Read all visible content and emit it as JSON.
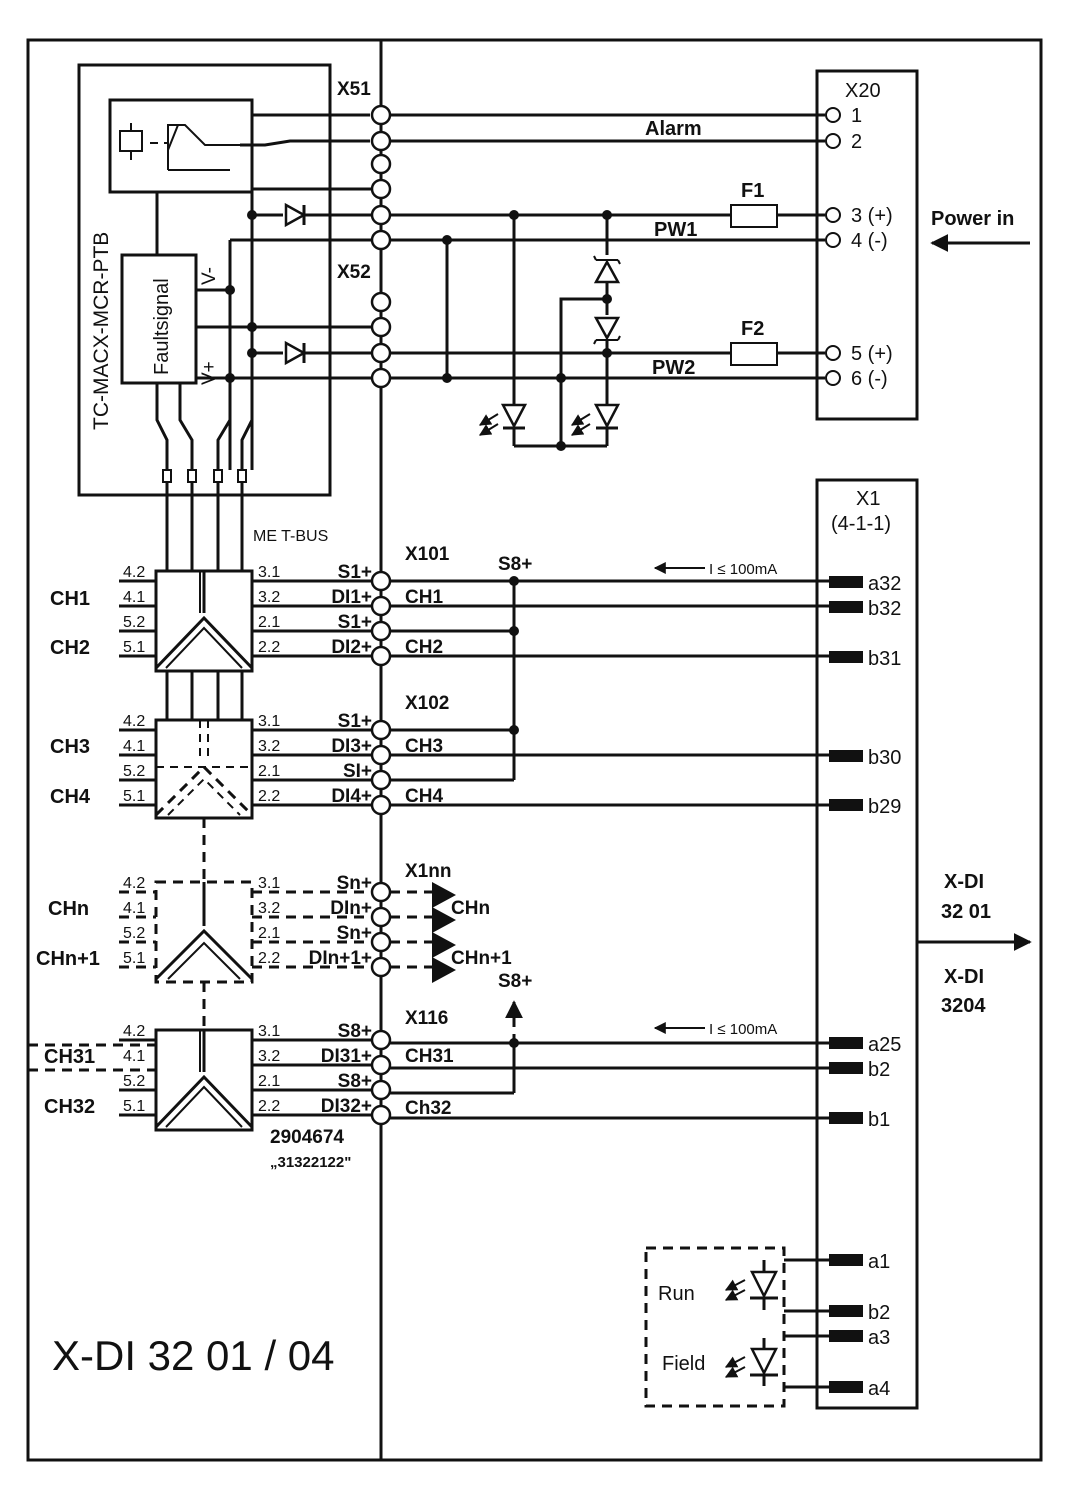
{
  "title": "X-DI 32 01 / 04",
  "relay_module": {
    "name": "TC-MACX-MCR-PTB",
    "faultsignal": "Faultsignal",
    "v_minus": "V-",
    "v_plus": "V+"
  },
  "connectors": {
    "x51": "X51",
    "x52": "X52",
    "x101": "X101",
    "x102": "X102",
    "x1nn": "X1nn",
    "x116": "X116",
    "metbus": "ME T-BUS"
  },
  "x20": {
    "title": "X20",
    "pins": [
      "1",
      "2",
      "3 (+)",
      "4 (-)",
      "5 (+)",
      "6 (-)"
    ],
    "alarm": "Alarm",
    "pw1": "PW1",
    "pw2": "PW2",
    "f1": "F1",
    "f2": "F2",
    "power_in": "Power in"
  },
  "x1": {
    "title": "X1",
    "subtitle": "(4-1-1)",
    "pins": [
      "a32",
      "b32",
      "b31",
      "b30",
      "b29",
      "a25",
      "b2",
      "b1",
      "a1",
      "b2",
      "a3",
      "a4"
    ],
    "current_label": "I ≤ 100mA",
    "s8": "S8+"
  },
  "output": {
    "line1": "X-DI",
    "line2": "32 01",
    "line3": "X-DI",
    "line4": "3204"
  },
  "groups": [
    {
      "chA": "CH1",
      "chB": "CH2",
      "left": [
        "4.2",
        "4.1",
        "5.2",
        "5.1"
      ],
      "right": [
        "3.1",
        "3.2",
        "2.1",
        "2.2"
      ],
      "sig": [
        "S1+",
        "DI1+",
        "S1+",
        "DI2+"
      ],
      "out": [
        "CH1",
        "CH2"
      ]
    },
    {
      "chA": "CH3",
      "chB": "CH4",
      "left": [
        "4.2",
        "4.1",
        "5.2",
        "5.1"
      ],
      "right": [
        "3.1",
        "3.2",
        "2.1",
        "2.2"
      ],
      "sig": [
        "S1+",
        "DI3+",
        "SI+",
        "DI4+"
      ],
      "out": [
        "CH3",
        "CH4"
      ]
    },
    {
      "chA": "CHn",
      "chB": "CHn+1",
      "left": [
        "4.2",
        "4.1",
        "5.2",
        "5.1"
      ],
      "right": [
        "3.1",
        "3.2",
        "2.1",
        "2.2"
      ],
      "sig": [
        "Sn+",
        "DIn+",
        "Sn+",
        "DIn+1+"
      ],
      "out": [
        "CHn",
        "CHn+1"
      ]
    },
    {
      "chA": "CH31",
      "chB": "CH32",
      "left": [
        "4.2",
        "4.1",
        "5.2",
        "5.1"
      ],
      "right": [
        "3.1",
        "3.2",
        "2.1",
        "2.2"
      ],
      "sig": [
        "S8+",
        "DI31+",
        "S8+",
        "DI32+"
      ],
      "out": [
        "CH31",
        "Ch32"
      ]
    }
  ],
  "part_number": "2904674",
  "part_code": "„31322122\"",
  "leds": {
    "run": "Run",
    "field": "Field"
  }
}
